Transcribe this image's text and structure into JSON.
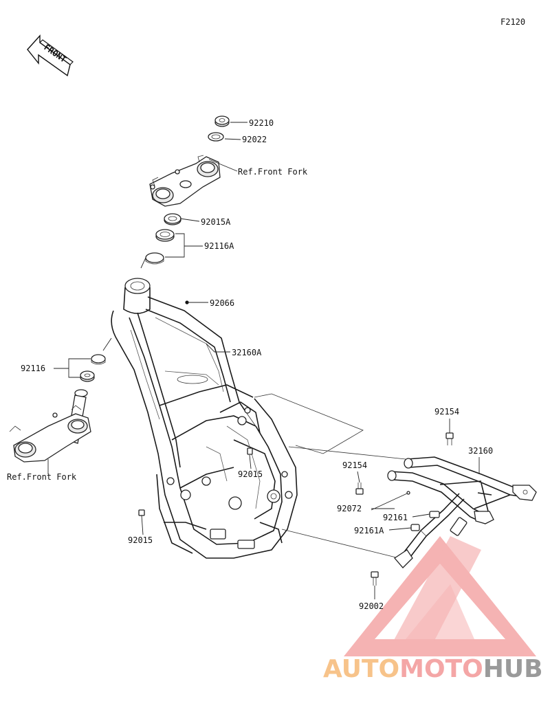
{
  "diagram_code": "F2120",
  "front_arrow_label": "FRONT",
  "callouts": {
    "p92210": "92210",
    "p92022": "92022",
    "ref_front_fork_upper": "Ref.Front Fork",
    "p92015A": "92015A",
    "p92116A": "92116A",
    "p92066": "92066",
    "p32160A": "32160A",
    "p92116": "92116",
    "ref_front_fork_lower": "Ref.Front Fork",
    "p92015_mid": "92015",
    "p92015_low": "92015",
    "p92154_top": "92154",
    "p32160": "32160",
    "p92154_mid": "92154",
    "p92072": "92072",
    "p92161": "92161",
    "p92161A": "92161A",
    "p92002": "92002"
  },
  "watermark": {
    "part1": "AUTO",
    "part2": "MOTO",
    "part3": "HUB",
    "color_primary": "#f4a6a6",
    "color_accent": "#f7c38a",
    "color_gray": "#9a9a9a"
  }
}
